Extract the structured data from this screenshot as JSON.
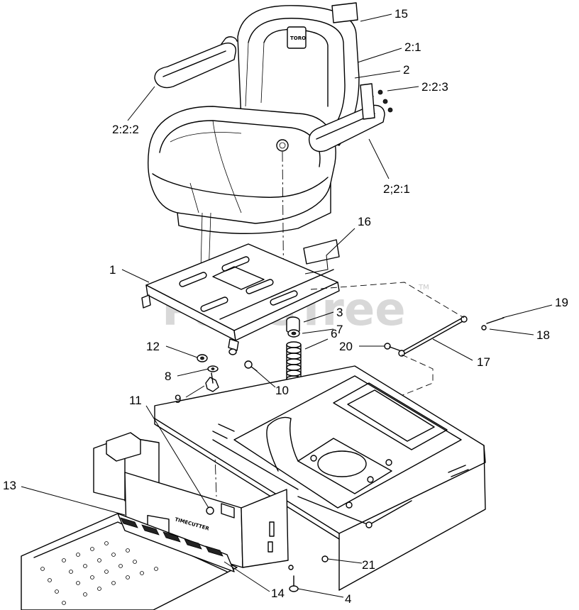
{
  "watermark": {
    "text": "PartsTree",
    "trademark": "TM"
  },
  "seat_brand": "TORO",
  "pan_brand": "TIMECUTTER",
  "callouts": [
    {
      "id": "c15",
      "label": "15"
    },
    {
      "id": "c2-1",
      "label": "2:1"
    },
    {
      "id": "c2",
      "label": "2"
    },
    {
      "id": "c2-2-3",
      "label": "2:2:3"
    },
    {
      "id": "c2-2-2",
      "label": "2:2:2"
    },
    {
      "id": "c2-2-1",
      "label": "2;2:1"
    },
    {
      "id": "c16",
      "label": "16"
    },
    {
      "id": "c1",
      "label": "1"
    },
    {
      "id": "c3",
      "label": "3"
    },
    {
      "id": "c7",
      "label": "7"
    },
    {
      "id": "c6",
      "label": "6"
    },
    {
      "id": "c19",
      "label": "19"
    },
    {
      "id": "c18",
      "label": "18"
    },
    {
      "id": "c12",
      "label": "12"
    },
    {
      "id": "c20",
      "label": "20"
    },
    {
      "id": "c17",
      "label": "17"
    },
    {
      "id": "c8",
      "label": "8"
    },
    {
      "id": "c10",
      "label": "10"
    },
    {
      "id": "c9",
      "label": "9"
    },
    {
      "id": "c11",
      "label": "11"
    },
    {
      "id": "c13",
      "label": "13"
    },
    {
      "id": "c21",
      "label": "21"
    },
    {
      "id": "c14",
      "label": "14"
    },
    {
      "id": "c4",
      "label": "4"
    }
  ]
}
